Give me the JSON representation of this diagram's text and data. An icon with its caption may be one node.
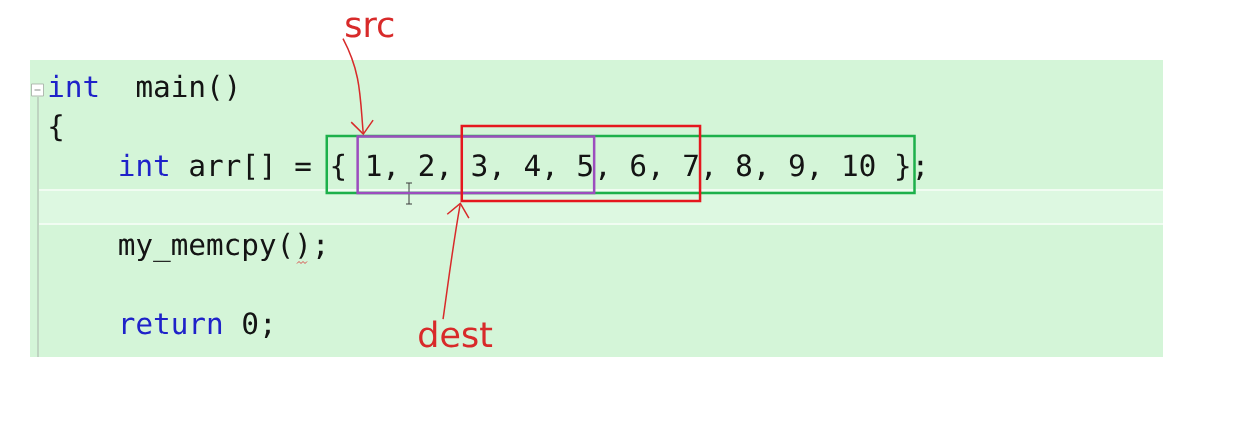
{
  "diagram": {
    "nodes": [
      {
        "text": [
          "src"
        ]
      },
      {
        "text": [],
        "shape": "box"
      },
      {
        "text": [],
        "shape": "box",
        "in": 1
      },
      {
        "text": [],
        "shape": "box"
      },
      {
        "text": [
          "dest"
        ]
      }
    ],
    "edges": [
      {
        "from": 0,
        "to": 2,
        "arrow": "to"
      },
      {
        "from": 4,
        "to": 3,
        "arrow": "to"
      }
    ],
    "labels": [
      "int",
      "main()",
      "{",
      "int",
      "arr[] = { 1, 2, 3, 4, 5, 6, 7, 8, 9, 10 };",
      "my_memcpy();",
      "return",
      "0;"
    ]
  }
}
